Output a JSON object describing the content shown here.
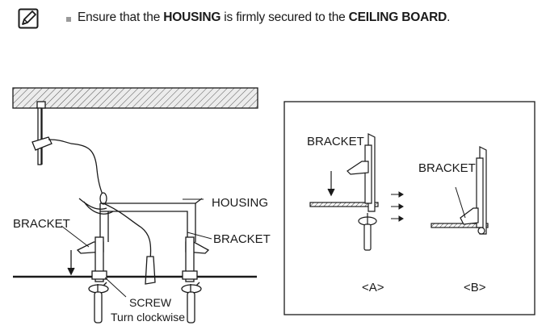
{
  "note": {
    "icon": "note-pencil-icon",
    "prefix": "Ensure that the ",
    "housing_word": "HOUSING",
    "middle": " is firmly secured to the ",
    "ceiling_word": "CEILING BOARD",
    "suffix": "."
  },
  "left_figure": {
    "housing_label": "HOUSING",
    "bracket_left_label": "BRACKET",
    "bracket_right_label": "BRACKET",
    "screw_label": "SCREW",
    "turn_label": "Turn clockwise"
  },
  "right_figure": {
    "bracket_a_label": "BRACKET",
    "bracket_b_label": "BRACKET",
    "label_a": "<A>",
    "label_b": "<B>"
  },
  "colors": {
    "line": "#1a1a1a",
    "bullet": "#9a9a9a",
    "ceiling_fill": "#e8e8e8"
  }
}
